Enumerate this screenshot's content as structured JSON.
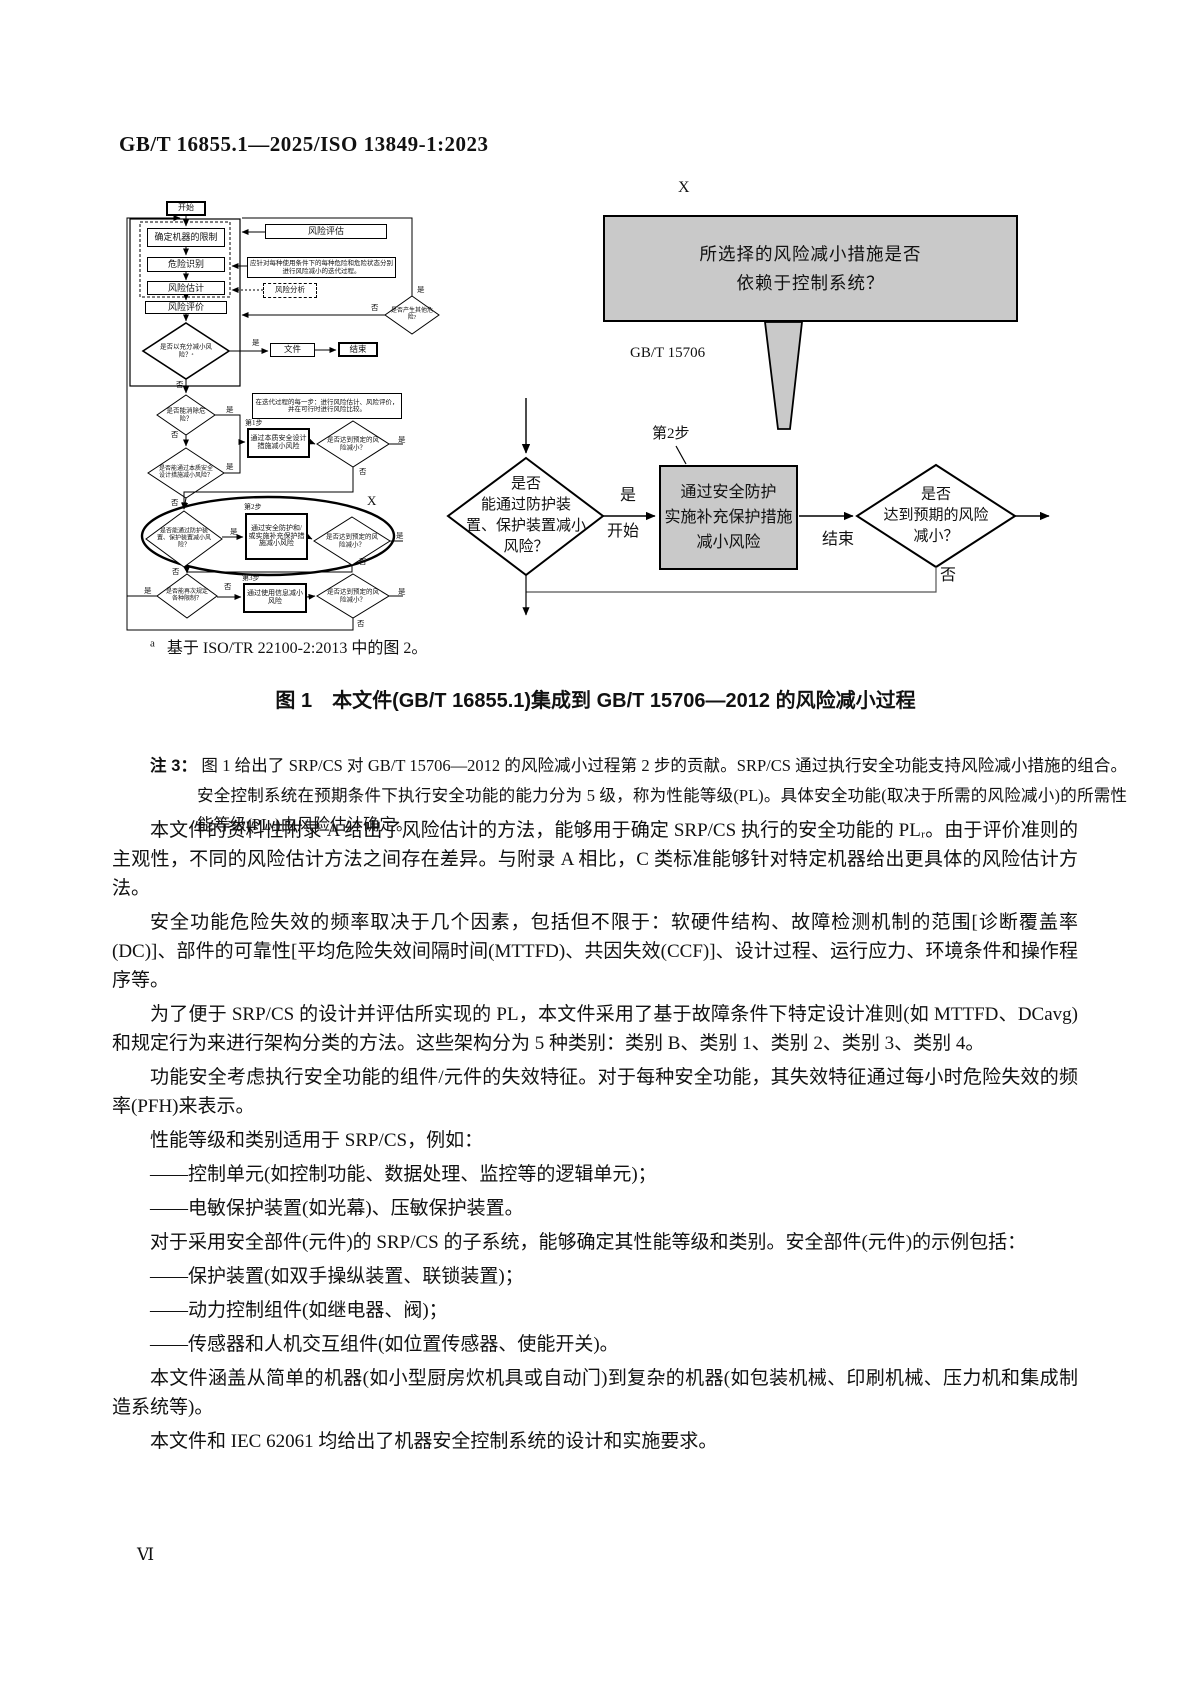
{
  "header": {
    "doc_number": "GB/T 16855.1—2025/ISO 13849-1:2023"
  },
  "figure": {
    "caption": "图 1　本文件(GB/T 16855.1)集成到 GB/T 15706—2012 的风险减小过程",
    "footnote_marker": "a",
    "footnote_text": "基于 ISO/TR 22100-2:2013 中的图 2。",
    "x_label_left": "X",
    "x_label_right": "X",
    "lf": {
      "start": "开始",
      "box_limits": "确定机器的限制",
      "box_hazard_id": "危险识别",
      "box_risk_est": "风险估计",
      "box_risk_eval": "风险评价",
      "box_risk_assessment": "风险评估",
      "note_iterative": "应针对每种使用条件下的每种危险和危险状态分别进行风险减小的迭代过程。",
      "label_risk_analysis": "风险分析",
      "d_adequate": "是否以充分减小风险？ᵃ",
      "box_document": "文件",
      "box_end": "结束",
      "d_other_hazards": "是否产生其他危险?",
      "note_each_step": "在迭代过程的每一步：进行风险估计、风险评价，并在可行时进行风险比较。",
      "d_eliminate": "是否能消除危险？",
      "step1_label": "第1步",
      "box_step1": "通过本质安全设计措施减小风险",
      "d_target1": "是否达到预定的风险减小？",
      "d_inherent": "是否能通过本质安全设计措施减小风险？",
      "step2_label": "第2步",
      "d_safeguard": "是否能通过防护装置、保护装置减小风险？",
      "box_step2": "通过安全防护和/或实施补充保护措施减小风险",
      "d_target2": "是否达到预定的风险减小？",
      "step3_label": "第3步",
      "d_limits_again": "是否能再次规定各种限制？",
      "box_step3": "通过使用信息减小风险",
      "d_target3": "是否达到预定的风险减小？",
      "yes": "是",
      "no": "否"
    },
    "rf": {
      "callout_l1": "所选择的风险减小措施是否",
      "callout_l2": "依赖于控制系统？",
      "ref_label": "GB/T 15706",
      "step2_label": "第2步",
      "d_left_l1": "是否",
      "d_left_l2": "能通过防护装",
      "d_left_l3": "置、保护装置减小",
      "d_left_l4": "风险？",
      "yes": "是",
      "start": "开始",
      "end": "结束",
      "no": "否",
      "box_l1": "通过安全防护",
      "box_l2": "实施补充保护措施",
      "box_l3": "减小风险",
      "d_right_l1": "是否",
      "d_right_l2": "达到预期的风险",
      "d_right_l3": "减小？"
    }
  },
  "note3": {
    "label": "注 3：",
    "text": "图 1 给出了 SRP/CS 对 GB/T 15706—2012 的风险减小过程第 2 步的贡献。SRP/CS 通过执行安全功能支持风险减小措施的组合。安全控制系统在预期条件下执行安全功能的能力分为 5 级，称为性能等级(PL)。具体安全功能(取决于所需的风险减小)的所需性能等级(PLᵣ)由风险估计确定。"
  },
  "body": {
    "items": [
      {
        "text": "本文件的资料性附录 A 给出了风险估计的方法，能够用于确定 SRP/CS 执行的安全功能的 PLᵣ。由于评价准则的主观性，不同的风险估计方法之间存在差异。与附录 A 相比，C 类标准能够针对特定机器给出更具体的风险估计方法。"
      },
      {
        "text": "安全功能危险失效的频率取决于几个因素，包括但不限于：软硬件结构、故障检测机制的范围[诊断覆盖率(DC)]、部件的可靠性[平均危险失效间隔时间(MTTFD)、共因失效(CCF)]、设计过程、运行应力、环境条件和操作程序等。"
      },
      {
        "text": "为了便于 SRP/CS 的设计并评估所实现的 PL，本文件采用了基于故障条件下特定设计准则(如 MTTFD、DCavg)和规定行为来进行架构分类的方法。这些架构分为 5 种类别：类别 B、类别 1、类别 2、类别 3、类别 4。"
      },
      {
        "text": "功能安全考虑执行安全功能的组件/元件的失效特征。对于每种安全功能，其失效特征通过每小时危险失效的频率(PFH)来表示。"
      },
      {
        "text": "性能等级和类别适用于 SRP/CS，例如："
      },
      {
        "text": "——控制单元(如控制功能、数据处理、监控等的逻辑单元)；"
      },
      {
        "text": "——电敏保护装置(如光幕)、压敏保护装置。"
      },
      {
        "text": "对于采用安全部件(元件)的 SRP/CS 的子系统，能够确定其性能等级和类别。安全部件(元件)的示例包括："
      },
      {
        "text": "——保护装置(如双手操纵装置、联锁装置)；"
      },
      {
        "text": "——动力控制组件(如继电器、阀)；"
      },
      {
        "text": "——传感器和人机交互组件(如位置传感器、使能开关)。"
      },
      {
        "text": "本文件涵盖从简单的机器(如小型厨房炊机具或自动门)到复杂的机器(如包装机械、印刷机械、压力机和集成制造系统等)。"
      },
      {
        "text": "本文件和 IEC 62061 均给出了机器安全控制系统的设计和实施要求。"
      }
    ]
  },
  "footer": {
    "page_number": "Ⅵ"
  }
}
